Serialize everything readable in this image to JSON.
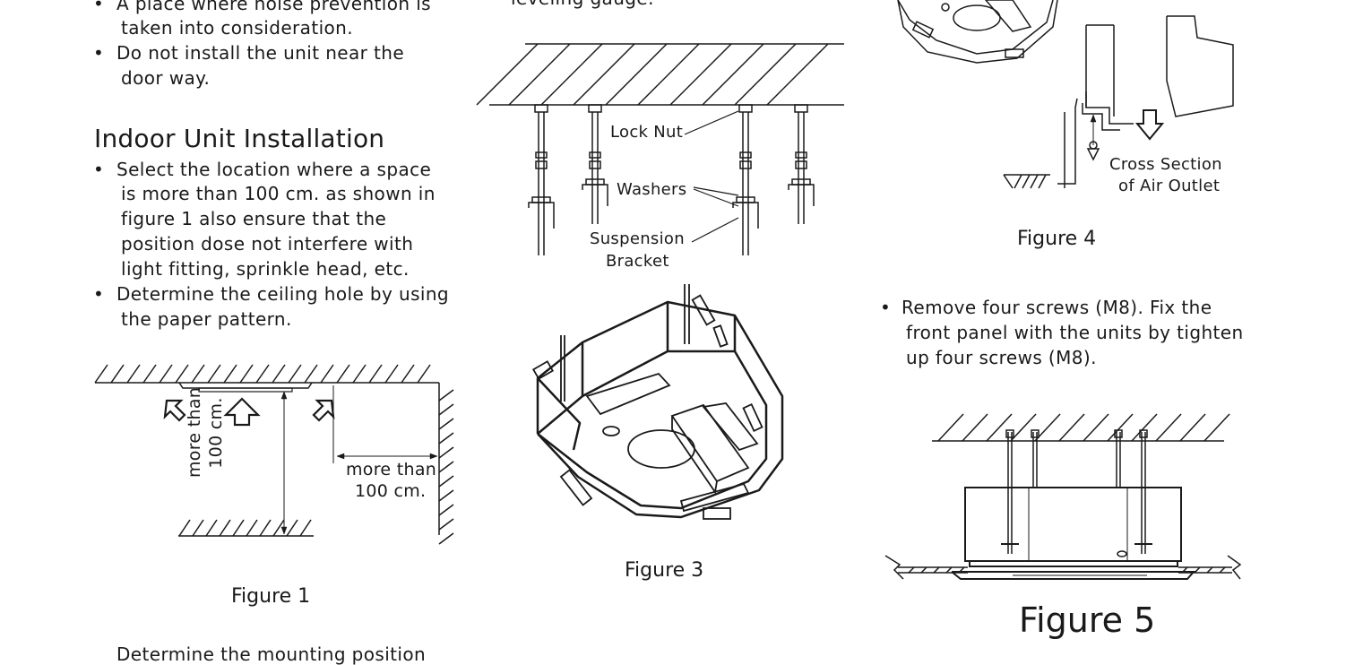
{
  "column1": {
    "bullets_top": [
      {
        "line1": "A place where noise prevention is",
        "line2": "taken into consideration."
      },
      {
        "line1": "Do not install the unit near the",
        "line2": "door way."
      }
    ],
    "heading": "Indoor Unit Installation",
    "bullets": [
      {
        "lines": [
          "Select the location where a space",
          "is more than 100 cm. as shown in",
          "figure 1 also ensure that the",
          "position dose not interfere with",
          "light fitting, sprinkle head, etc."
        ]
      },
      {
        "lines": [
          "Determine the ceiling hole by using",
          "the paper pattern."
        ]
      }
    ],
    "figure1": {
      "vertical_label_line1": "more than",
      "vertical_label_line2": "100 cm.",
      "horizontal_label_line1": "more than",
      "horizontal_label_line2": "100 cm.",
      "caption": "Figure 1"
    },
    "bottom_partial": "Determine the mounting position"
  },
  "column2": {
    "top_partial": "leveling gauge.",
    "labels": {
      "lock_nut": "Lock Nut",
      "washers": "Washers",
      "suspension_line1": "Suspension",
      "suspension_line2": "Bracket"
    },
    "figure3_caption": "Figure 3"
  },
  "column3": {
    "figure4": {
      "label_line1": "Cross Section",
      "label_line2": "of Air Outlet",
      "caption": "Figure 4"
    },
    "bullet": {
      "lines": [
        "Remove four screws (M8). Fix the",
        "front panel with the units by tighten",
        "up four screws (M8)."
      ]
    },
    "figure5_caption": "Figure 5"
  },
  "bullet_glyph": "•"
}
